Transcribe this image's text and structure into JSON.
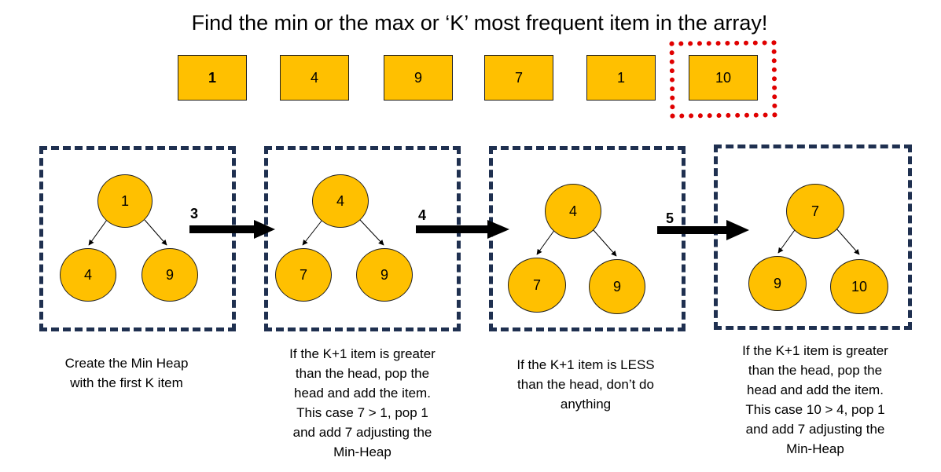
{
  "title": "Find the min or the max or ‘K’ most frequent item in the array!",
  "array": [
    "1",
    "4",
    "9",
    "7",
    "1",
    "10"
  ],
  "heaps": [
    {
      "root": "1",
      "left": "4",
      "right": "9"
    },
    {
      "root": "4",
      "left": "7",
      "right": "9"
    },
    {
      "root": "4",
      "left": "7",
      "right": "9"
    },
    {
      "root": "7",
      "left": "9",
      "right": "10"
    }
  ],
  "steps": [
    "3",
    "4",
    "5"
  ],
  "captions": [
    "Create the Min Heap\nwith the first K item",
    "If the K+1 item is greater\nthan the head, pop the\nhead and add the item.\nThis case 7 > 1, pop 1\nand add 7 adjusting the\nMin-Heap",
    "If the K+1 item is LESS\nthan the head, don’t do\nanything",
    "If the K+1 item is greater\nthan the head, pop the\nhead and add the item.\nThis case 10 > 4, pop 1\nand add 7 adjusting the\nMin-Heap"
  ],
  "colors": {
    "fill": "#FFC000",
    "box_border": "#1f3050",
    "highlight": "#e00000"
  }
}
